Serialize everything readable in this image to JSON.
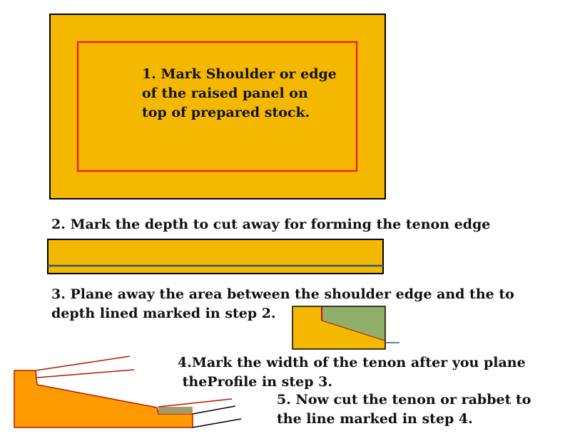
{
  "colors": {
    "panel_fill": "#F5B800",
    "outline": "#000000",
    "shoulder_mark": "#E8251A",
    "depth_line": "#1F5B7A",
    "removed_area": "#8FAF6B",
    "profile_fill": "#FF9A00",
    "profile_edge": "#B01800",
    "tenon_band": "#A89A70"
  },
  "steps": {
    "step1": [
      "1. Mark Shoulder or edge",
      "of the raised panel on",
      "top of prepared stock."
    ],
    "step2": [
      "2. Mark the depth to cut away for forming the tenon edge"
    ],
    "step3": [
      "3. Plane away the area between the shoulder edge and the to",
      "depth lined marked in step 2."
    ],
    "step4": [
      "4.Mark the width of the tenon after you plane",
      " theProfile in step 3."
    ],
    "step5": [
      "5. Now cut the tenon or rabbet to",
      "the line marked in step 4."
    ]
  }
}
